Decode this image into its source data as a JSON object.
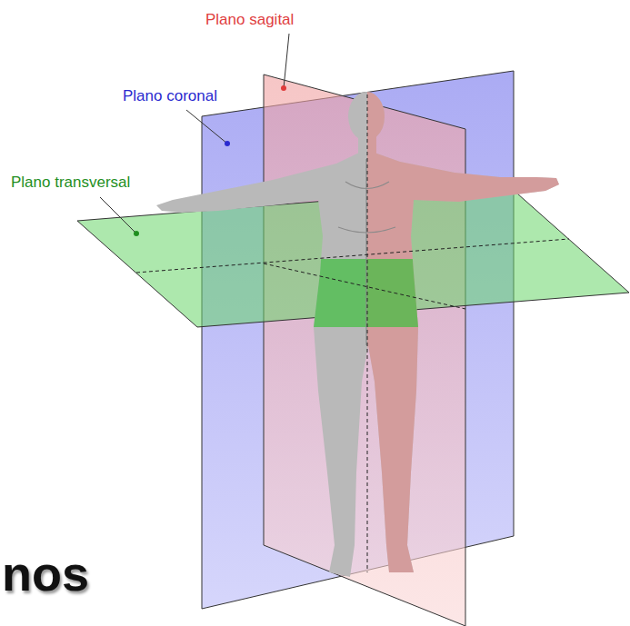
{
  "diagram": {
    "labels": [
      "Plano sagital",
      "Plano coronal",
      "Plano transversal",
      "nos"
    ]
  }
}
